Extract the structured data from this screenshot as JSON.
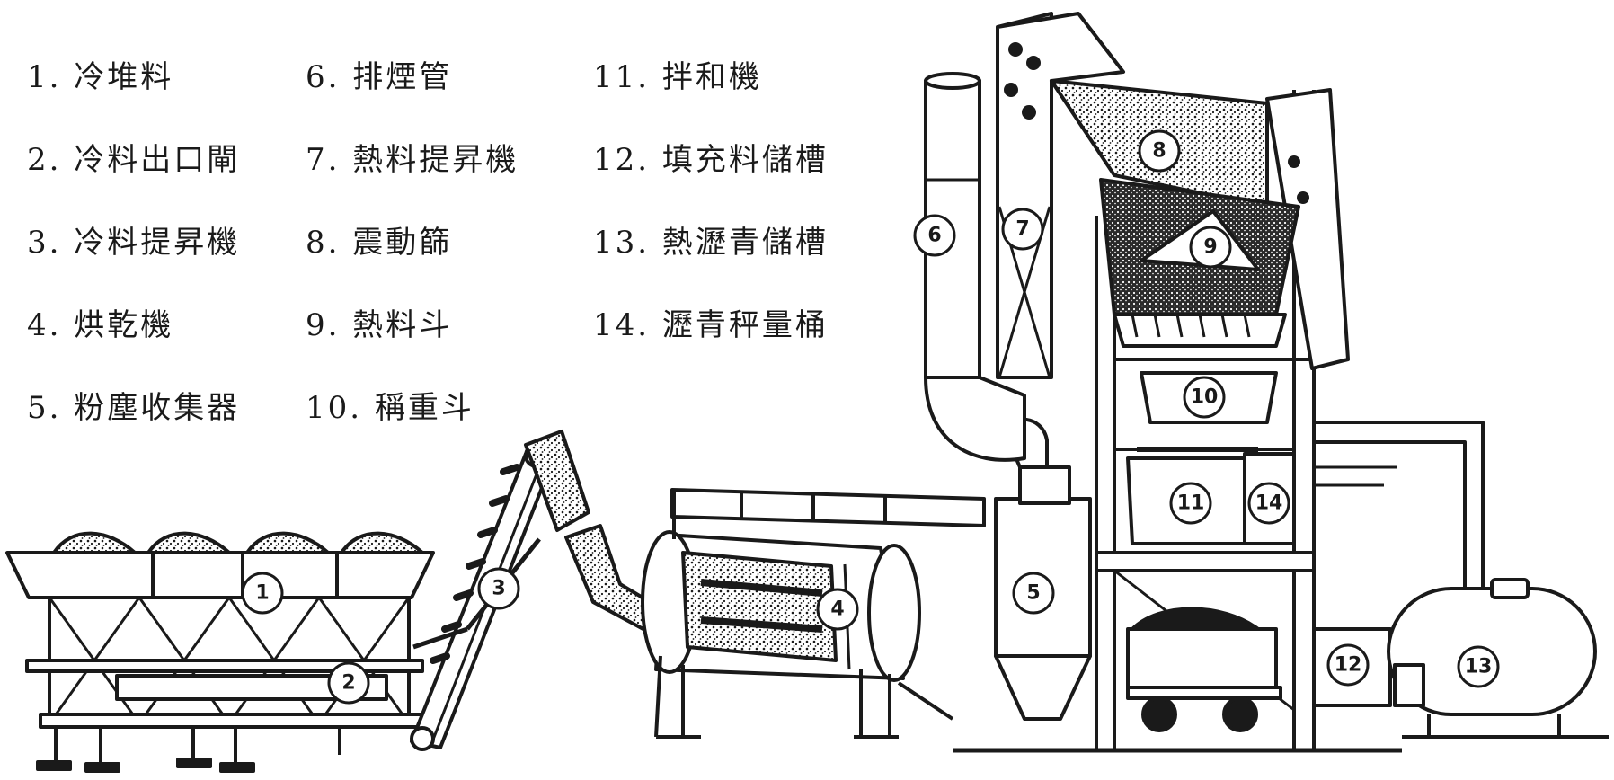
{
  "legend": [
    {
      "num": "1",
      "label": "1. 冷堆料"
    },
    {
      "num": "2",
      "label": "2. 冷料出口閘"
    },
    {
      "num": "3",
      "label": "3. 冷料提昇機"
    },
    {
      "num": "4",
      "label": "4. 烘乾機"
    },
    {
      "num": "5",
      "label": "5. 粉塵收集器"
    },
    {
      "num": "6",
      "label": "6. 排煙管"
    },
    {
      "num": "7",
      "label": "7. 熱料提昇機"
    },
    {
      "num": "8",
      "label": "8. 震動篩"
    },
    {
      "num": "9",
      "label": "9. 熱料斗"
    },
    {
      "num": "10",
      "label": "10. 稱重斗"
    },
    {
      "num": "11",
      "label": "11. 拌和機"
    },
    {
      "num": "12",
      "label": "12. 填充料儲槽"
    },
    {
      "num": "13",
      "label": "13. 熱瀝青儲槽"
    },
    {
      "num": "14",
      "label": "14. 瀝青秤量桶"
    }
  ],
  "callouts": [
    "1",
    "2",
    "3",
    "4",
    "5",
    "6",
    "7",
    "8",
    "9",
    "10",
    "11",
    "12",
    "13",
    "14"
  ],
  "colors": {
    "ink": "#1a1a1a",
    "paper": "#ffffff"
  }
}
